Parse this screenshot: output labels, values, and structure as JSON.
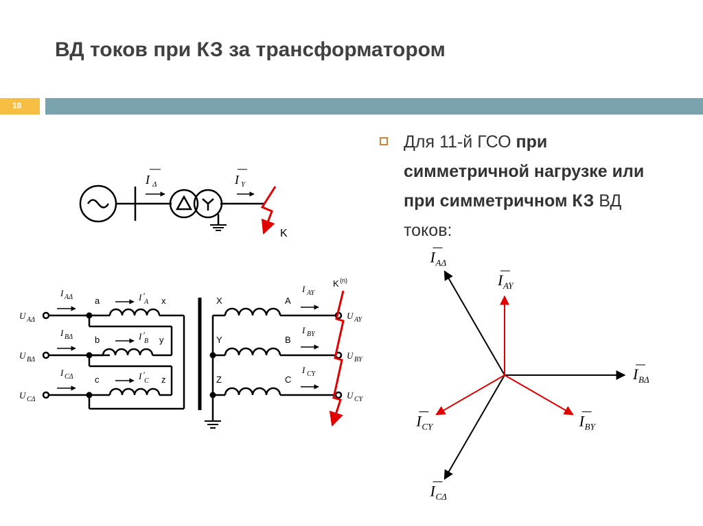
{
  "slide": {
    "title": "ВД токов при КЗ за трансформатором",
    "number": "18"
  },
  "bullet": {
    "part1": "Для 11-й ГСО ",
    "bold1": "при симметричной нагрузке или при симметричном КЗ",
    "part2": " ВД токов:"
  },
  "colors": {
    "accent_bar": "#7aa3ad",
    "number_box": "#f6bf44",
    "bullet_border": "#c5883a",
    "fault_red": "#e00000",
    "wire": "#000000"
  },
  "single_line": {
    "current_delta": "I",
    "current_delta_sub": "Δ",
    "current_y": "I",
    "current_y_sub": "Y",
    "fault_label": "K",
    "generator_icon": "ac-source-icon",
    "delta_symbol": "Δ",
    "star_symbol": "Y"
  },
  "three_phase": {
    "inputs": [
      {
        "u": "U",
        "u_sub": "AΔ",
        "i": "I",
        "i_sub": "AΔ"
      },
      {
        "u": "U",
        "u_sub": "BΔ",
        "i": "I",
        "i_sub": "BΔ"
      },
      {
        "u": "U",
        "u_sub": "CΔ",
        "i": "I",
        "i_sub": "CΔ"
      }
    ],
    "primary_nodes": [
      "a",
      "b",
      "c"
    ],
    "primary_ends": [
      "x",
      "y",
      "z"
    ],
    "primary_currents": [
      {
        "i": "I",
        "prime": "′",
        "sub": "A"
      },
      {
        "i": "I",
        "prime": "′",
        "sub": "B"
      },
      {
        "i": "I",
        "prime": "′",
        "sub": "C"
      }
    ],
    "secondary_nodes": [
      "X",
      "Y",
      "Z"
    ],
    "secondary_ends": [
      "A",
      "B",
      "C"
    ],
    "secondary_currents": [
      {
        "i": "I",
        "sub": "AY"
      },
      {
        "i": "I",
        "sub": "BY"
      },
      {
        "i": "I",
        "sub": "CY"
      }
    ],
    "outputs": [
      {
        "u": "U",
        "sub": "AY"
      },
      {
        "u": "U",
        "sub": "BY"
      },
      {
        "u": "U",
        "sub": "CY"
      }
    ],
    "fault_label": "K",
    "fault_sup": "(n)"
  },
  "vector_diagram": {
    "vectors": [
      {
        "name": "I",
        "sub": "AΔ",
        "angle_deg": 120,
        "color": "black"
      },
      {
        "name": "I",
        "sub": "BΔ",
        "angle_deg": 0,
        "color": "black"
      },
      {
        "name": "I",
        "sub": "CΔ",
        "angle_deg": 240,
        "color": "black"
      },
      {
        "name": "I",
        "sub": "AY",
        "angle_deg": 90,
        "color": "red"
      },
      {
        "name": "I",
        "sub": "BY",
        "angle_deg": 330,
        "color": "red"
      },
      {
        "name": "I",
        "sub": "CY",
        "angle_deg": 210,
        "color": "red"
      }
    ]
  }
}
